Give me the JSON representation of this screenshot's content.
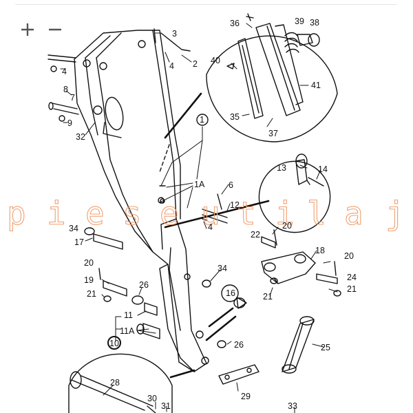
{
  "toolbar": {
    "zoom_in_label": "+",
    "zoom_out_label": "−"
  },
  "watermark": {
    "letters": [
      "p",
      "i",
      "e",
      "s",
      "e",
      "u",
      "t",
      "i",
      "l",
      "a",
      "j"
    ],
    "color": "#f0a070"
  },
  "callouts": [
    {
      "id": "c36",
      "text": "36"
    },
    {
      "id": "c39",
      "text": "39"
    },
    {
      "id": "c38",
      "text": "38"
    },
    {
      "id": "c3",
      "text": "3"
    },
    {
      "id": "c2",
      "text": "2"
    },
    {
      "id": "c4a",
      "text": "4"
    },
    {
      "id": "c4b",
      "text": "4"
    },
    {
      "id": "c40",
      "text": "40"
    },
    {
      "id": "c41",
      "text": "41"
    },
    {
      "id": "c8",
      "text": "8"
    },
    {
      "id": "c7",
      "text": "7"
    },
    {
      "id": "c9",
      "text": "9"
    },
    {
      "id": "c35",
      "text": "35"
    },
    {
      "id": "c37",
      "text": "37"
    },
    {
      "id": "c32",
      "text": "32"
    },
    {
      "id": "c1",
      "text": "1"
    },
    {
      "id": "c13",
      "text": "13"
    },
    {
      "id": "c14",
      "text": "14"
    },
    {
      "id": "c1A",
      "text": "1A"
    },
    {
      "id": "c6",
      "text": "6"
    },
    {
      "id": "c12",
      "text": "12"
    },
    {
      "id": "c4c",
      "text": "4"
    },
    {
      "id": "c20a",
      "text": "20"
    },
    {
      "id": "c22",
      "text": "22"
    },
    {
      "id": "c34a",
      "text": "34"
    },
    {
      "id": "c17",
      "text": "17"
    },
    {
      "id": "c18",
      "text": "18"
    },
    {
      "id": "c20b",
      "text": "20"
    },
    {
      "id": "c20c",
      "text": "20"
    },
    {
      "id": "c34b",
      "text": "34"
    },
    {
      "id": "c24",
      "text": "24"
    },
    {
      "id": "c19",
      "text": "19"
    },
    {
      "id": "c26a",
      "text": "26"
    },
    {
      "id": "c21a",
      "text": "21"
    },
    {
      "id": "c21b",
      "text": "21"
    },
    {
      "id": "c21c",
      "text": "21"
    },
    {
      "id": "c16",
      "text": "16"
    },
    {
      "id": "c11",
      "text": "11"
    },
    {
      "id": "c11A",
      "text": "11A"
    },
    {
      "id": "c10",
      "text": "10"
    },
    {
      "id": "c26b",
      "text": "26"
    },
    {
      "id": "c25",
      "text": "25"
    },
    {
      "id": "c28",
      "text": "28"
    },
    {
      "id": "c29",
      "text": "29"
    },
    {
      "id": "c30",
      "text": "30"
    },
    {
      "id": "c31",
      "text": "31"
    },
    {
      "id": "c33",
      "text": "33"
    }
  ]
}
